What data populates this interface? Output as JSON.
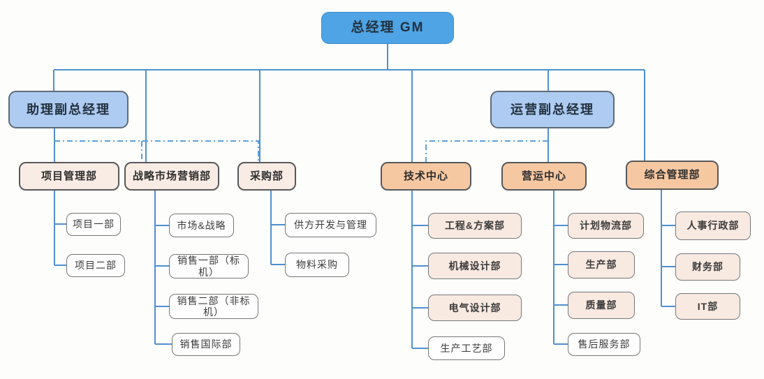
{
  "chart": {
    "type": "org-chart",
    "root": {
      "label": "总经理 GM"
    },
    "deputies": [
      {
        "label": "助理副总经理"
      },
      {
        "label": "运营副总经理"
      }
    ],
    "departments": [
      {
        "label": "项目管理部",
        "group": "left",
        "children": [
          {
            "label": "项目一部"
          },
          {
            "label": "项目二部"
          }
        ]
      },
      {
        "label": "战略市场营销部",
        "group": "left",
        "children": [
          {
            "label": "市场&战略"
          },
          {
            "label": "销售一部（标机）"
          },
          {
            "label": "销售二部（非标机）"
          },
          {
            "label": "销售国际部"
          }
        ]
      },
      {
        "label": "采购部",
        "group": "left",
        "children": [
          {
            "label": "供方开发与管理"
          },
          {
            "label": "物料采购"
          }
        ]
      },
      {
        "label": "技术中心",
        "group": "right",
        "children": [
          {
            "label": "工程&方案部"
          },
          {
            "label": "机械设计部"
          },
          {
            "label": "电气设计部"
          },
          {
            "label": "生产工艺部"
          }
        ]
      },
      {
        "label": "营运中心",
        "group": "right",
        "children": [
          {
            "label": "计划物流部"
          },
          {
            "label": "生产部"
          },
          {
            "label": "质量部"
          },
          {
            "label": "售后服务部"
          }
        ]
      },
      {
        "label": "综合管理部",
        "group": "right",
        "children": [
          {
            "label": "人事行政部"
          },
          {
            "label": "财务部"
          },
          {
            "label": "IT部"
          }
        ]
      }
    ],
    "colors": {
      "level1_fill": "#4ea4e4",
      "level2_fill": "#aecbf1",
      "dept_left_fill": "#f9ece5",
      "dept_right_fill": "#f6c8a2",
      "leaf_pink_fill": "#f8e9e1",
      "leaf_white_fill": "#fefefe",
      "connector_solid": "#4f90cf",
      "connector_dashdot": "#5ba0dc",
      "box_border": "#57585a"
    },
    "line_styles": {
      "solid": "direct reporting line",
      "dash_dot": "dotted reporting line"
    }
  }
}
